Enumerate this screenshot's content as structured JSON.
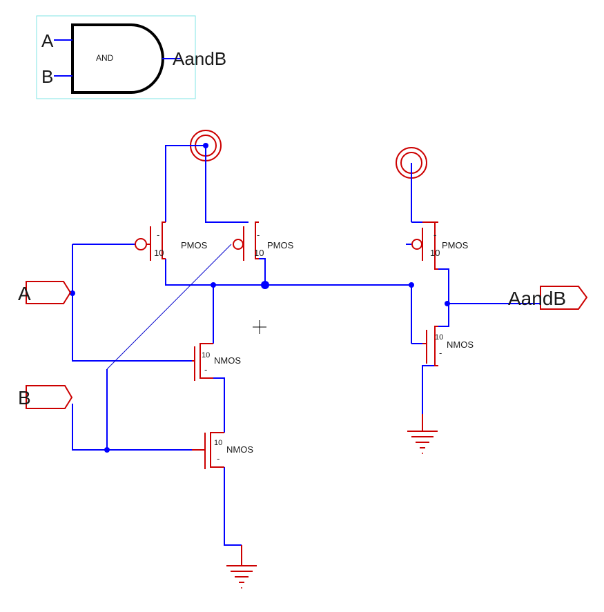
{
  "symbol": {
    "gate_label": "AND",
    "input_a": "A",
    "input_b": "B",
    "output": "AandB"
  },
  "pins": {
    "input_a": "A",
    "input_b": "B",
    "output": "AandB"
  },
  "transistors": [
    {
      "type": "PMOS",
      "width": "10",
      "bulk": "-"
    },
    {
      "type": "PMOS",
      "width": "10",
      "bulk": "-"
    },
    {
      "type": "NMOS",
      "width": "10",
      "bulk": "-"
    },
    {
      "type": "NMOS",
      "width": "10",
      "bulk": "-"
    },
    {
      "type": "PMOS",
      "width": "10",
      "bulk": "-"
    },
    {
      "type": "NMOS",
      "width": "10",
      "bulk": "-"
    }
  ],
  "colors": {
    "wire": "#0000ff",
    "device": "#cc0000",
    "selection": "#7fe6e6",
    "text": "#1a1a1a"
  },
  "icons": [
    "and-gate-icon",
    "vdd-icon",
    "ground-icon",
    "pin-icon",
    "crosshair-cursor-icon"
  ]
}
